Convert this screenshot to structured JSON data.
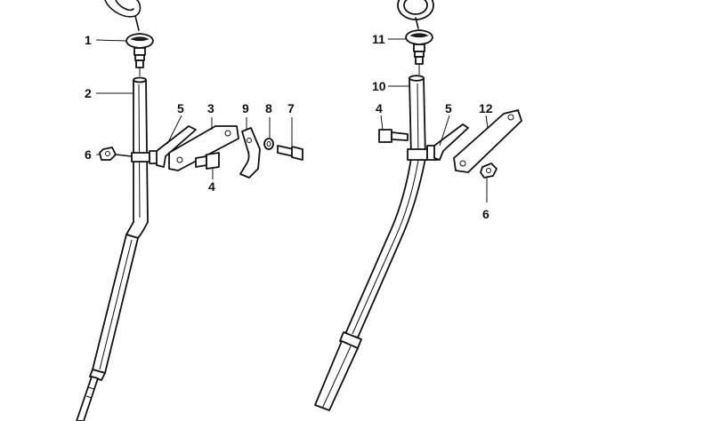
{
  "callouts": {
    "left": {
      "c1": "1",
      "c2": "2",
      "c5": "5",
      "c3": "3",
      "c9": "9",
      "c8": "8",
      "c7": "7",
      "c6": "6",
      "c4": "4"
    },
    "right": {
      "c11": "11",
      "c10": "10",
      "c4": "4",
      "c5": "5",
      "c12": "12",
      "c6": "6"
    }
  },
  "colors": {
    "ink": "#111111",
    "paper": "#ffffff"
  }
}
